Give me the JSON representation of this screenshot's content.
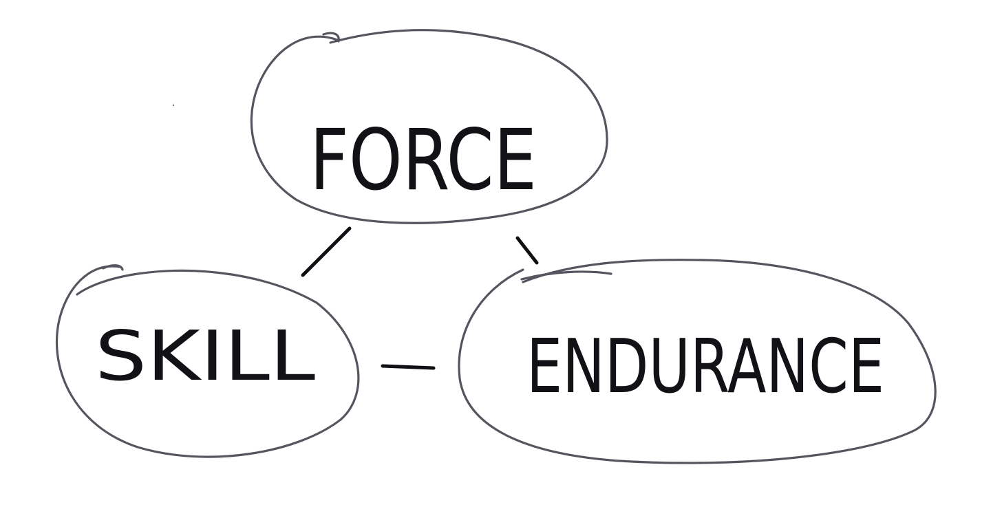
{
  "nodes": [
    {
      "id": "force",
      "label": "FORCE"
    },
    {
      "id": "skill",
      "label": "SKILL"
    },
    {
      "id": "endurance",
      "label": "ENDURANCE"
    }
  ],
  "edges": [
    {
      "from": "force",
      "to": "skill"
    },
    {
      "from": "force",
      "to": "endurance"
    },
    {
      "from": "skill",
      "to": "endurance"
    }
  ],
  "colors": {
    "ellipse_stroke": "#55555f",
    "ink": "#111116",
    "background": "#ffffff"
  }
}
